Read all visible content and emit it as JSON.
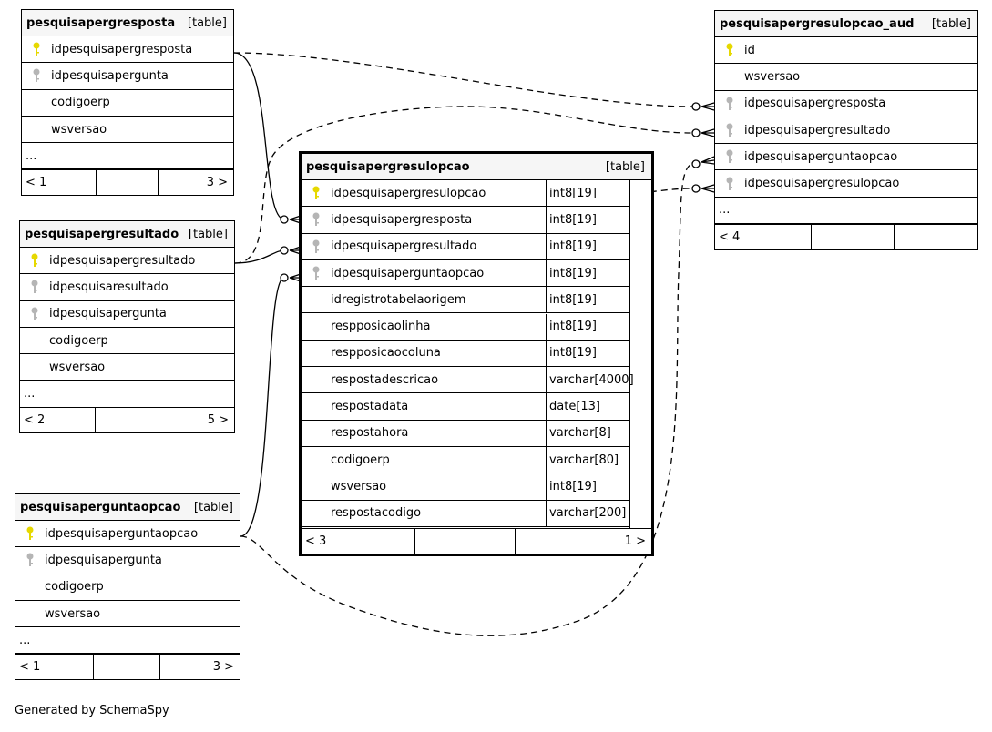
{
  "diagram": {
    "footer": "Generated by SchemaSpy",
    "colors": {
      "primary_key": "#e6d800",
      "foreign_key": "#b5b5b5",
      "line": "#000000"
    },
    "tables": {
      "resposta": {
        "name": "pesquisapergresposta",
        "tag": "[table]",
        "columns": [
          {
            "name": "idpesquisapergresposta",
            "key": "pk"
          },
          {
            "name": "idpesquisapergunta",
            "key": "fk"
          },
          {
            "name": "codigoerp",
            "key": ""
          },
          {
            "name": "wsversao",
            "key": ""
          },
          {
            "name": "...",
            "key": ""
          }
        ],
        "footer": {
          "left": "< 1",
          "right": "3 >"
        }
      },
      "resultado": {
        "name": "pesquisapergresultado",
        "tag": "[table]",
        "columns": [
          {
            "name": "idpesquisapergresultado",
            "key": "pk"
          },
          {
            "name": "idpesquisaresultado",
            "key": "fk"
          },
          {
            "name": "idpesquisapergunta",
            "key": "fk"
          },
          {
            "name": "codigoerp",
            "key": ""
          },
          {
            "name": "wsversao",
            "key": ""
          },
          {
            "name": "...",
            "key": ""
          }
        ],
        "footer": {
          "left": "< 2",
          "right": "5 >"
        }
      },
      "perguntaopcao": {
        "name": "pesquisaperguntaopcao",
        "tag": "[table]",
        "columns": [
          {
            "name": "idpesquisaperguntaopcao",
            "key": "pk"
          },
          {
            "name": "idpesquisapergunta",
            "key": "fk"
          },
          {
            "name": "codigoerp",
            "key": ""
          },
          {
            "name": "wsversao",
            "key": ""
          },
          {
            "name": "...",
            "key": ""
          }
        ],
        "footer": {
          "left": "< 1",
          "right": "3 >"
        }
      },
      "aud": {
        "name": "pesquisapergresulopcao_aud",
        "tag": "[table]",
        "columns": [
          {
            "name": "id",
            "key": "pk"
          },
          {
            "name": "wsversao",
            "key": ""
          },
          {
            "name": "idpesquisapergresposta",
            "key": "fk"
          },
          {
            "name": "idpesquisapergresultado",
            "key": "fk"
          },
          {
            "name": "idpesquisaperguntaopcao",
            "key": "fk"
          },
          {
            "name": "idpesquisapergresulopcao",
            "key": "fk"
          },
          {
            "name": "...",
            "key": ""
          }
        ],
        "footer": {
          "left": "< 4",
          "right": ""
        }
      },
      "main": {
        "name": "pesquisapergresulopcao",
        "tag": "[table]",
        "columns": [
          {
            "name": "idpesquisapergresulopcao",
            "type": "int8[19]",
            "key": "pk"
          },
          {
            "name": "idpesquisapergresposta",
            "type": "int8[19]",
            "key": "fk"
          },
          {
            "name": "idpesquisapergresultado",
            "type": "int8[19]",
            "key": "fk"
          },
          {
            "name": "idpesquisaperguntaopcao",
            "type": "int8[19]",
            "key": "fk"
          },
          {
            "name": "idregistrotabelaorigem",
            "type": "int8[19]",
            "key": ""
          },
          {
            "name": "respposicaolinha",
            "type": "int8[19]",
            "key": ""
          },
          {
            "name": "respposicaocoluna",
            "type": "int8[19]",
            "key": ""
          },
          {
            "name": "respostadescricao",
            "type": "varchar[4000]",
            "key": ""
          },
          {
            "name": "respostadata",
            "type": "date[13]",
            "key": ""
          },
          {
            "name": "respostahora",
            "type": "varchar[8]",
            "key": ""
          },
          {
            "name": "codigoerp",
            "type": "varchar[80]",
            "key": ""
          },
          {
            "name": "wsversao",
            "type": "int8[19]",
            "key": ""
          },
          {
            "name": "respostacodigo",
            "type": "varchar[200]",
            "key": ""
          }
        ],
        "footer": {
          "left": "< 3",
          "right": "1 >"
        }
      }
    }
  }
}
